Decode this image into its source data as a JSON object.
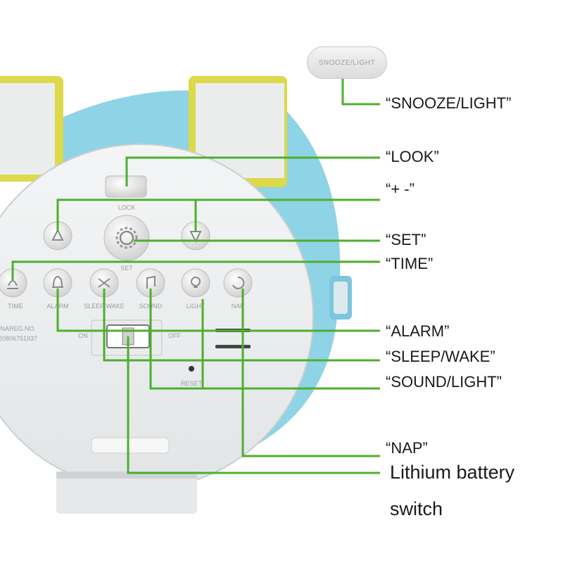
{
  "device": {
    "buttons": {
      "lock": "LOCK",
      "set": "SET",
      "time": "TIME",
      "alarm": "ALARM",
      "sleep_wake": "SLEEP WAKE",
      "sound": "SOUND",
      "light": "LIGHT",
      "nap": "NAP",
      "reset": "RESET"
    },
    "switch": {
      "on": "ON",
      "off": "OFF"
    },
    "reg_line1": "INAREG.NO.",
    "reg_line2": "20806751937",
    "snooze_button": "SNOOZE/LIGHT"
  },
  "labels": {
    "snooze_light": "“SNOOZE/LIGHT”",
    "look": "“LOOK”",
    "plus_minus": "“+  -”",
    "set": "“SET”",
    "time": "“TIME”",
    "alarm": "“ALARM”",
    "sleep_wake": "“SLEEP/WAKE”",
    "sound_light": "“SOUND/LIGHT”",
    "nap": "“NAP”",
    "battery_line1": "Lithium battery",
    "battery_line2": "switch"
  },
  "colors": {
    "leader_line": "#4caf2e",
    "shell_blue": "#8fd3e6",
    "panel_white": "#eef0f1",
    "ear_yellow": "#d6d83a",
    "button_grey": "#e4e4e4"
  }
}
